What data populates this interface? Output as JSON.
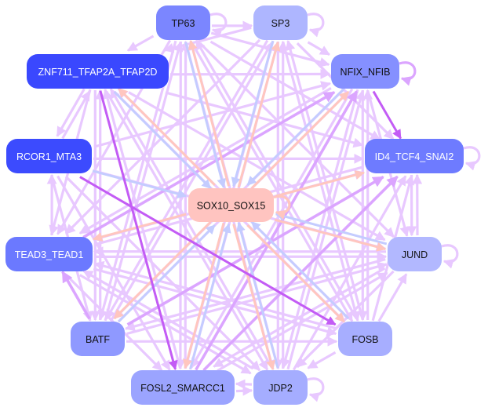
{
  "diagram": {
    "type": "directed-network",
    "colors": {
      "edge_default": "#e8c8ff",
      "edge_medium": "#dba5ff",
      "edge_strong": "#c35cf5",
      "edge_pink": "#ffc6bf",
      "edge_blue": "#c4ccff",
      "background": "#ffffff"
    },
    "nodes": [
      {
        "id": "TP63",
        "label": "TP63",
        "fill": "#7b86ff",
        "text_color": "#111111",
        "self_loop": true
      },
      {
        "id": "SP3",
        "label": "SP3",
        "fill": "#aeb6ff",
        "text_color": "#111111",
        "self_loop": true
      },
      {
        "id": "ZNF711_TFAP2A_TFAP2D",
        "label": "ZNF711_TFAP2A_TFAP2D",
        "fill": "#3a48fe",
        "text_color": "#ffffff",
        "self_loop": false
      },
      {
        "id": "NFIX_NFIB",
        "label": "NFIX_NFIB",
        "fill": "#8590ff",
        "text_color": "#111111",
        "self_loop": true
      },
      {
        "id": "RCOR1_MTA3",
        "label": "RCOR1_MTA3",
        "fill": "#3c4bfe",
        "text_color": "#ffffff",
        "self_loop": false
      },
      {
        "id": "ID4_TCF4_SNAI2",
        "label": "ID4_TCF4_SNAI2",
        "fill": "#6e7bff",
        "text_color": "#ffffff",
        "self_loop": true
      },
      {
        "id": "SOX10_SOX15",
        "label": "SOX10_SOX15",
        "fill": "#ffc4c0",
        "text_color": "#111111",
        "self_loop": true
      },
      {
        "id": "TEAD3_TEAD1",
        "label": "TEAD3_TEAD1",
        "fill": "#6b79ff",
        "text_color": "#ffffff",
        "self_loop": false
      },
      {
        "id": "JUND",
        "label": "JUND",
        "fill": "#b2b8ff",
        "text_color": "#111111",
        "self_loop": true
      },
      {
        "id": "BATF",
        "label": "BATF",
        "fill": "#8f99ff",
        "text_color": "#111111",
        "self_loop": false
      },
      {
        "id": "FOSB",
        "label": "FOSB",
        "fill": "#a7aeff",
        "text_color": "#111111",
        "self_loop": false
      },
      {
        "id": "FOSL2_SMARCC1",
        "label": "FOSL2_SMARCC1",
        "fill": "#9ba4ff",
        "text_color": "#111111",
        "self_loop": false
      },
      {
        "id": "JDP2",
        "label": "JDP2",
        "fill": "#a5adff",
        "text_color": "#111111",
        "self_loop": true
      }
    ],
    "edges": [
      {
        "source": "NFIX_NFIB",
        "target": "ID4_TCF4_SNAI2",
        "style": "strong"
      },
      {
        "source": "RCOR1_MTA3",
        "target": "FOSB",
        "style": "strong"
      },
      {
        "source": "ZNF711_TFAP2A_TFAP2D",
        "target": "FOSL2_SMARCC1",
        "style": "strong"
      },
      {
        "source": "FOSL2_SMARCC1",
        "target": "NFIX_NFIB",
        "style": "medium"
      },
      {
        "source": "TEAD3_TEAD1",
        "target": "NFIX_NFIB",
        "style": "medium"
      },
      {
        "source": "BATF",
        "target": "ID4_TCF4_SNAI2",
        "style": "medium"
      },
      {
        "source": "BATF",
        "target": "TEAD3_TEAD1",
        "style": "medium"
      },
      {
        "source": "FOSL2_SMARCC1",
        "target": "ID4_TCF4_SNAI2",
        "style": "medium"
      },
      {
        "source": "RCOR1_MTA3",
        "target": "ZNF711_TFAP2A_TFAP2D",
        "style": "default"
      },
      {
        "source": "ZNF711_TFAP2A_TFAP2D",
        "target": "RCOR1_MTA3",
        "style": "default"
      },
      {
        "source": "TP63",
        "target": "SOX10_SOX15",
        "style": "blue"
      },
      {
        "source": "SP3",
        "target": "SOX10_SOX15",
        "style": "blue"
      },
      {
        "source": "NFIX_NFIB",
        "target": "SOX10_SOX15",
        "style": "blue"
      },
      {
        "source": "RCOR1_MTA3",
        "target": "SOX10_SOX15",
        "style": "blue"
      },
      {
        "source": "JUND",
        "target": "SOX10_SOX15",
        "style": "blue"
      },
      {
        "source": "FOSB",
        "target": "SOX10_SOX15",
        "style": "blue"
      },
      {
        "source": "FOSL2_SMARCC1",
        "target": "SOX10_SOX15",
        "style": "blue"
      },
      {
        "source": "JDP2",
        "target": "SOX10_SOX15",
        "style": "blue"
      },
      {
        "source": "BATF",
        "target": "SOX10_SOX15",
        "style": "blue"
      },
      {
        "source": "ZNF711_TFAP2A_TFAP2D",
        "target": "SOX10_SOX15",
        "style": "blue"
      },
      {
        "source": "SOX10_SOX15",
        "target": "TP63",
        "style": "pink"
      },
      {
        "source": "SOX10_SOX15",
        "target": "SP3",
        "style": "pink"
      },
      {
        "source": "SOX10_SOX15",
        "target": "NFIX_NFIB",
        "style": "pink"
      },
      {
        "source": "SOX10_SOX15",
        "target": "ID4_TCF4_SNAI2",
        "style": "pink"
      },
      {
        "source": "SOX10_SOX15",
        "target": "JUND",
        "style": "pink"
      },
      {
        "source": "SOX10_SOX15",
        "target": "FOSB",
        "style": "pink"
      },
      {
        "source": "SOX10_SOX15",
        "target": "FOSL2_SMARCC1",
        "style": "pink"
      },
      {
        "source": "SOX10_SOX15",
        "target": "JDP2",
        "style": "pink"
      },
      {
        "source": "SOX10_SOX15",
        "target": "BATF",
        "style": "pink"
      },
      {
        "source": "SOX10_SOX15",
        "target": "TEAD3_TEAD1",
        "style": "pink"
      },
      {
        "source": "SOX10_SOX15",
        "target": "ZNF711_TFAP2A_TFAP2D",
        "style": "pink"
      },
      {
        "source": "TP63",
        "target": "SP3",
        "style": "default"
      },
      {
        "source": "TP63",
        "target": "NFIX_NFIB",
        "style": "default"
      },
      {
        "source": "TP63",
        "target": "ID4_TCF4_SNAI2",
        "style": "default"
      },
      {
        "source": "TP63",
        "target": "JUND",
        "style": "default"
      },
      {
        "source": "TP63",
        "target": "FOSB",
        "style": "default"
      },
      {
        "source": "TP63",
        "target": "JDP2",
        "style": "default"
      },
      {
        "source": "TP63",
        "target": "FOSL2_SMARCC1",
        "style": "default"
      },
      {
        "source": "TP63",
        "target": "BATF",
        "style": "default"
      },
      {
        "source": "TP63",
        "target": "TEAD3_TEAD1",
        "style": "default"
      },
      {
        "source": "TP63",
        "target": "ZNF711_TFAP2A_TFAP2D",
        "style": "default"
      },
      {
        "source": "SP3",
        "target": "NFIX_NFIB",
        "style": "default"
      },
      {
        "source": "SP3",
        "target": "ID4_TCF4_SNAI2",
        "style": "default"
      },
      {
        "source": "SP3",
        "target": "FOSB",
        "style": "default"
      },
      {
        "source": "SP3",
        "target": "JDP2",
        "style": "default"
      },
      {
        "source": "SP3",
        "target": "FOSL2_SMARCC1",
        "style": "default"
      },
      {
        "source": "SP3",
        "target": "BATF",
        "style": "default"
      },
      {
        "source": "SP3",
        "target": "TEAD3_TEAD1",
        "style": "default"
      },
      {
        "source": "SP3",
        "target": "ZNF711_TFAP2A_TFAP2D",
        "style": "default"
      },
      {
        "source": "ZNF711_TFAP2A_TFAP2D",
        "target": "NFIX_NFIB",
        "style": "default"
      },
      {
        "source": "ZNF711_TFAP2A_TFAP2D",
        "target": "ID4_TCF4_SNAI2",
        "style": "default"
      },
      {
        "source": "ZNF711_TFAP2A_TFAP2D",
        "target": "JUND",
        "style": "default"
      },
      {
        "source": "ZNF711_TFAP2A_TFAP2D",
        "target": "FOSB",
        "style": "default"
      },
      {
        "source": "ZNF711_TFAP2A_TFAP2D",
        "target": "JDP2",
        "style": "default"
      },
      {
        "source": "ZNF711_TFAP2A_TFAP2D",
        "target": "BATF",
        "style": "default"
      },
      {
        "source": "ZNF711_TFAP2A_TFAP2D",
        "target": "TEAD3_TEAD1",
        "style": "default"
      },
      {
        "source": "NFIX_NFIB",
        "target": "JUND",
        "style": "default"
      },
      {
        "source": "NFIX_NFIB",
        "target": "FOSB",
        "style": "default"
      },
      {
        "source": "NFIX_NFIB",
        "target": "JDP2",
        "style": "default"
      },
      {
        "source": "NFIX_NFIB",
        "target": "FOSL2_SMARCC1",
        "style": "default"
      },
      {
        "source": "NFIX_NFIB",
        "target": "BATF",
        "style": "default"
      },
      {
        "source": "NFIX_NFIB",
        "target": "TEAD3_TEAD1",
        "style": "default"
      },
      {
        "source": "RCOR1_MTA3",
        "target": "NFIX_NFIB",
        "style": "default"
      },
      {
        "source": "RCOR1_MTA3",
        "target": "ID4_TCF4_SNAI2",
        "style": "default"
      },
      {
        "source": "RCOR1_MTA3",
        "target": "JUND",
        "style": "default"
      },
      {
        "source": "RCOR1_MTA3",
        "target": "JDP2",
        "style": "default"
      },
      {
        "source": "RCOR1_MTA3",
        "target": "BATF",
        "style": "default"
      },
      {
        "source": "RCOR1_MTA3",
        "target": "FOSL2_SMARCC1",
        "style": "default"
      },
      {
        "source": "TEAD3_TEAD1",
        "target": "RCOR1_MTA3",
        "style": "default"
      },
      {
        "source": "TEAD3_TEAD1",
        "target": "JUND",
        "style": "default"
      },
      {
        "source": "TEAD3_TEAD1",
        "target": "ID4_TCF4_SNAI2",
        "style": "default"
      },
      {
        "source": "TEAD3_TEAD1",
        "target": "FOSB",
        "style": "default"
      },
      {
        "source": "TEAD3_TEAD1",
        "target": "JDP2",
        "style": "default"
      },
      {
        "source": "TEAD3_TEAD1",
        "target": "FOSL2_SMARCC1",
        "style": "default"
      },
      {
        "source": "ID4_TCF4_SNAI2",
        "target": "JUND",
        "style": "default"
      },
      {
        "source": "ID4_TCF4_SNAI2",
        "target": "TEAD3_TEAD1",
        "style": "default"
      },
      {
        "source": "JUND",
        "target": "ID4_TCF4_SNAI2",
        "style": "default"
      },
      {
        "source": "JUND",
        "target": "TEAD3_TEAD1",
        "style": "default"
      },
      {
        "source": "JUND",
        "target": "BATF",
        "style": "default"
      },
      {
        "source": "JUND",
        "target": "FOSL2_SMARCC1",
        "style": "default"
      },
      {
        "source": "JUND",
        "target": "JDP2",
        "style": "default"
      },
      {
        "source": "FOSB",
        "target": "JUND",
        "style": "default"
      },
      {
        "source": "FOSB",
        "target": "JDP2",
        "style": "default"
      },
      {
        "source": "FOSB",
        "target": "TEAD3_TEAD1",
        "style": "default"
      },
      {
        "source": "FOSB",
        "target": "NFIX_NFIB",
        "style": "default"
      },
      {
        "source": "FOSB",
        "target": "ID4_TCF4_SNAI2",
        "style": "default"
      },
      {
        "source": "FOSB",
        "target": "ZNF711_TFAP2A_TFAP2D",
        "style": "default"
      },
      {
        "source": "FOSB",
        "target": "TP63",
        "style": "default"
      },
      {
        "source": "FOSB",
        "target": "SP3",
        "style": "default"
      },
      {
        "source": "JDP2",
        "target": "FOSL2_SMARCC1",
        "style": "default"
      },
      {
        "source": "JDP2",
        "target": "NFIX_NFIB",
        "style": "default"
      },
      {
        "source": "JDP2",
        "target": "ID4_TCF4_SNAI2",
        "style": "default"
      },
      {
        "source": "JDP2",
        "target": "ZNF711_TFAP2A_TFAP2D",
        "style": "default"
      },
      {
        "source": "JDP2",
        "target": "TP63",
        "style": "default"
      },
      {
        "source": "JDP2",
        "target": "SP3",
        "style": "default"
      },
      {
        "source": "JDP2",
        "target": "TEAD3_TEAD1",
        "style": "default"
      },
      {
        "source": "FOSL2_SMARCC1",
        "target": "JDP2",
        "style": "default"
      },
      {
        "source": "FOSL2_SMARCC1",
        "target": "TP63",
        "style": "default"
      },
      {
        "source": "FOSL2_SMARCC1",
        "target": "SP3",
        "style": "default"
      },
      {
        "source": "FOSL2_SMARCC1",
        "target": "ZNF711_TFAP2A_TFAP2D",
        "style": "default"
      },
      {
        "source": "FOSL2_SMARCC1",
        "target": "JUND",
        "style": "default"
      },
      {
        "source": "BATF",
        "target": "ZNF711_TFAP2A_TFAP2D",
        "style": "default"
      },
      {
        "source": "BATF",
        "target": "TP63",
        "style": "default"
      },
      {
        "source": "BATF",
        "target": "SP3",
        "style": "default"
      },
      {
        "source": "BATF",
        "target": "NFIX_NFIB",
        "style": "default"
      },
      {
        "source": "BATF",
        "target": "JUND",
        "style": "default"
      },
      {
        "source": "BATF",
        "target": "FOSB",
        "style": "default"
      }
    ]
  }
}
